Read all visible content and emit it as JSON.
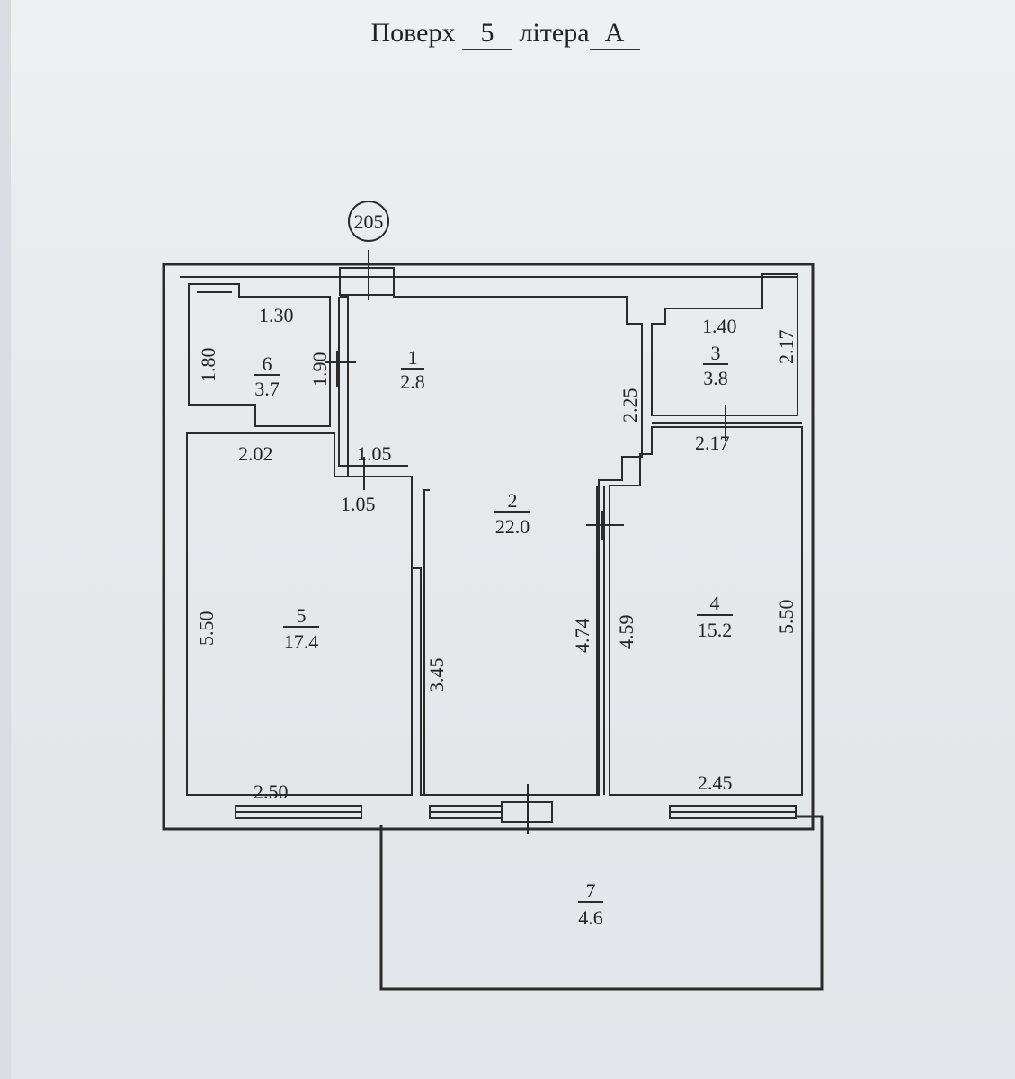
{
  "header": {
    "floor_label": "Поверх",
    "floor_value": "5",
    "letter_label": "літера",
    "letter_value": "А"
  },
  "plan": {
    "apartment_number": "205",
    "rooms": [
      {
        "id": "1",
        "area": "2.8"
      },
      {
        "id": "2",
        "area": "22.0"
      },
      {
        "id": "3",
        "area": "3.8"
      },
      {
        "id": "4",
        "area": "15.2"
      },
      {
        "id": "5",
        "area": "17.4"
      },
      {
        "id": "6",
        "area": "3.7"
      },
      {
        "id": "7",
        "area": "4.6"
      }
    ],
    "dimensions": [
      "1.30",
      "1.80",
      "1.90",
      "1.40",
      "2.17",
      "2.25",
      "2.17",
      "2.02",
      "1.05",
      "1.05",
      "5.50",
      "3.45",
      "4.74",
      "4.59",
      "5.50",
      "2.50",
      "2.45"
    ]
  }
}
